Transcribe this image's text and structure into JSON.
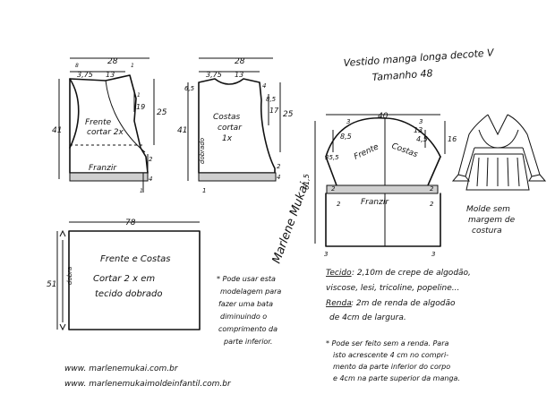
{
  "title": {
    "line1": "Vestido manga longa decote V",
    "line2": "Tamanho  48"
  },
  "front_piece": {
    "width": "28",
    "neck": "3,75",
    "shoulder": "13",
    "height_total": "41",
    "side_top": "25",
    "armhole_depth": "19",
    "hem_small": "2",
    "lace_h": "4",
    "label_line1": "Frente",
    "label_line2": "cortar 2x",
    "gather": "Franzir",
    "marks": [
      "8",
      "1",
      "1",
      "1"
    ]
  },
  "back_piece": {
    "width": "28",
    "neck": "3,75",
    "shoulder": "13",
    "height_total": "41",
    "side_top": "25",
    "armhole_depth": "17",
    "neck_drop": "6,5",
    "label_line1": "Costas",
    "label_line2": "cortar",
    "label_line3": "1x",
    "fold": "dobrado",
    "marks": [
      "4",
      "8,5",
      "2",
      "4",
      "1"
    ]
  },
  "sleeve": {
    "width": "40",
    "cap_left": "8,5",
    "cap_right": "4,5",
    "cap_mid": "13",
    "side_height": "16",
    "total": "61,5",
    "upper": "35,5",
    "label_left": "Frente",
    "label_right": "Costas",
    "gather": "Franzir",
    "marks": [
      "2",
      "3",
      "3",
      "2",
      "2",
      "2",
      "3",
      "3"
    ]
  },
  "skirt": {
    "width": "78",
    "height": "51",
    "fold": "dobra",
    "line1": "Frente e Costas",
    "line2": "Cortar 2 x em",
    "line3": "tecido dobrado"
  },
  "note_left": [
    "* Pode usar esta",
    "modelagem para",
    "fazer uma bata",
    "diminuindo o",
    "comprimento da",
    "parte inferior."
  ],
  "model_caption": [
    "Molde sem",
    "margem de",
    "costura"
  ],
  "fabric": {
    "label": "Tecido",
    "line1": ": 2,10m de crepe de algodão,",
    "line2": "viscose, lesi, tricoline, popeline...",
    "lace_label": "Renda",
    "line3": ": 2m   de renda de algodão",
    "line4": "de 4cm de largura."
  },
  "note_right": [
    "* Pode ser feito sem a renda. Para",
    "isto acrescente 4 cm  no compri-",
    "mento da parte inferior do corpo",
    "e 4cm na parte superior da manga."
  ],
  "urls": [
    "www. marlenemukai.com.br",
    "www. marlenemukaimoldeinfantil.com.br"
  ],
  "signature": "Marlene Mukai"
}
